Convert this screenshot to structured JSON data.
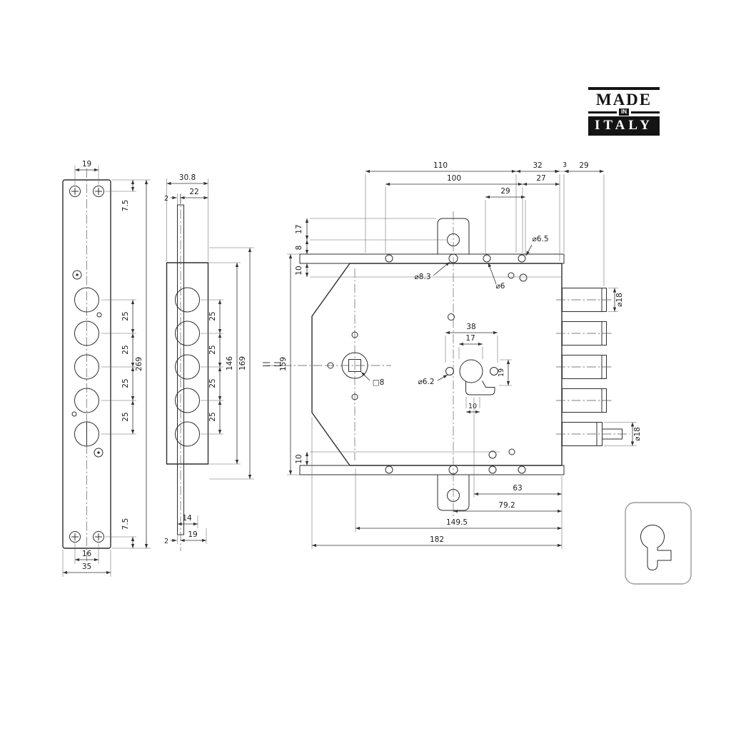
{
  "badge": {
    "made": "MADE",
    "in": "IN",
    "italy": "ITALY"
  },
  "faceplate": {
    "screw_span": "19",
    "top_offset": "7.5",
    "pitch": "25",
    "height": "269",
    "bottom_offset": "7.5",
    "bottom_span": "16",
    "width": "35"
  },
  "side_view": {
    "depth": "30.8",
    "plate_top": "2",
    "body_offset": "22",
    "pitch": "25",
    "body_height": "146",
    "overall_height": "169",
    "cam_width": "14",
    "cam_throw": "19",
    "plate_bottom": "2"
  },
  "body_view": {
    "top": {
      "w110": "110",
      "w100": "100",
      "w32": "32",
      "w3": "3",
      "w29a": "29",
      "w27": "27",
      "w29b": "29"
    },
    "left": {
      "h17": "17",
      "h8": "8",
      "h10_top": "10",
      "h159": "159",
      "h10_bottom": "10"
    },
    "holes": {
      "d6_5": "⌀6.5",
      "d8_3": "⌀8.3",
      "d6": "⌀6",
      "d6_2": "⌀6.2",
      "square8": "□8"
    },
    "cylinder": {
      "w38": "38",
      "w17": "17",
      "h19": "19",
      "w10": "10"
    },
    "bolts": {
      "d18_deadbolt": "⌀18",
      "d18_latch": "⌀18"
    },
    "bottom": {
      "w63": "63",
      "w79_2": "79.2",
      "w149_5": "149.5",
      "w182": "182"
    }
  }
}
